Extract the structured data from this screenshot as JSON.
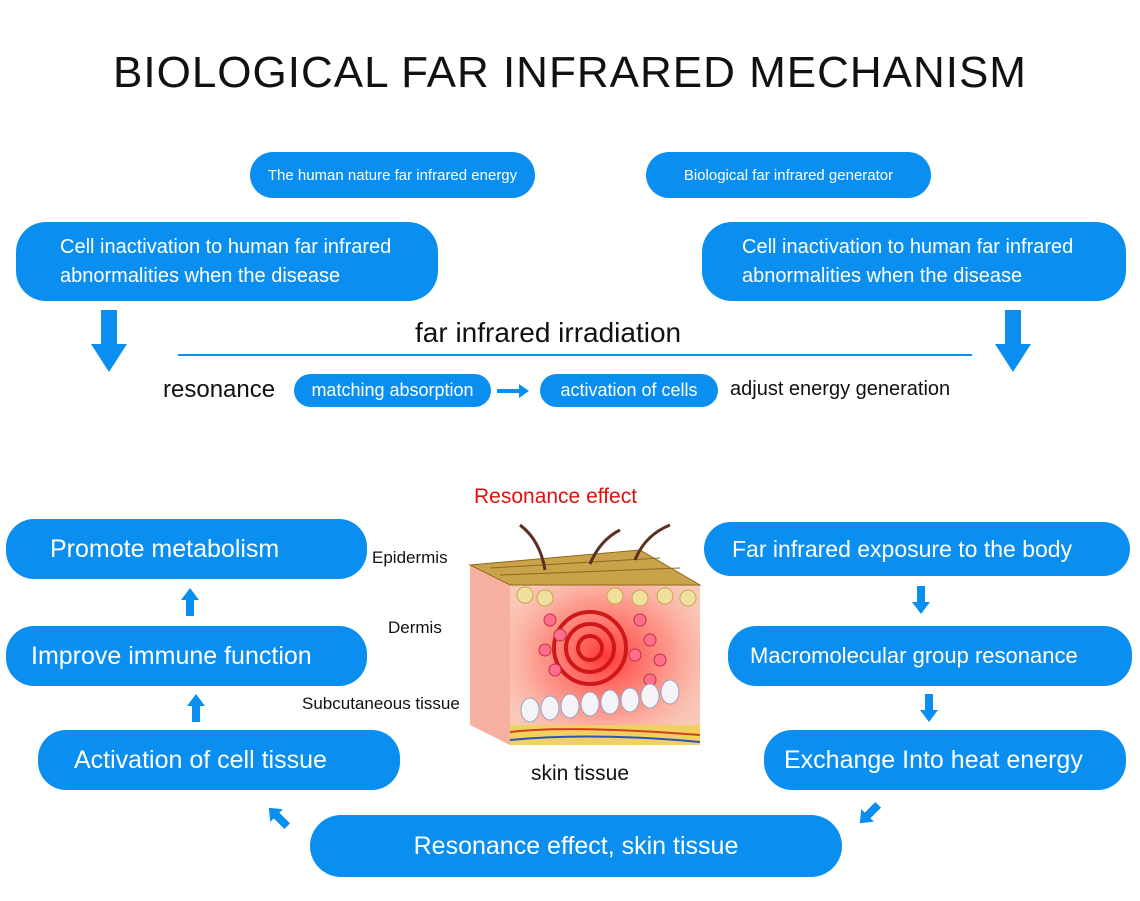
{
  "title": "BIOLOGICAL FAR INFRARED MECHANISM",
  "top": {
    "left_tag": "The human nature far infrared energy",
    "right_tag": "Biological far infrared generator",
    "left_box": "Cell inactivation to human far infrared abnormalities when the disease",
    "right_box": "Cell inactivation to human far infrared abnormalities when the disease",
    "irradiation": "far infrared irradiation",
    "resonance": "resonance",
    "matching": "matching absorption",
    "activation": "activation of cells",
    "adjust": "adjust energy generation"
  },
  "center": {
    "heading": "Resonance effect",
    "epidermis": "Epidermis",
    "dermis": "Dermis",
    "subcutaneous": "Subcutaneous tissue",
    "caption": "skin tissue"
  },
  "cycle": {
    "promote": "Promote metabolism",
    "immune": "Improve immune function",
    "activation": "Activation of cell tissue",
    "bottom": "Resonance effect, skin tissue",
    "exposure": "Far infrared exposure to the body",
    "macro": "Macromolecular group resonance",
    "exchange": "Exchange Into heat energy"
  },
  "colors": {
    "accent": "#0a8ff0",
    "heading_red": "#e01010"
  }
}
